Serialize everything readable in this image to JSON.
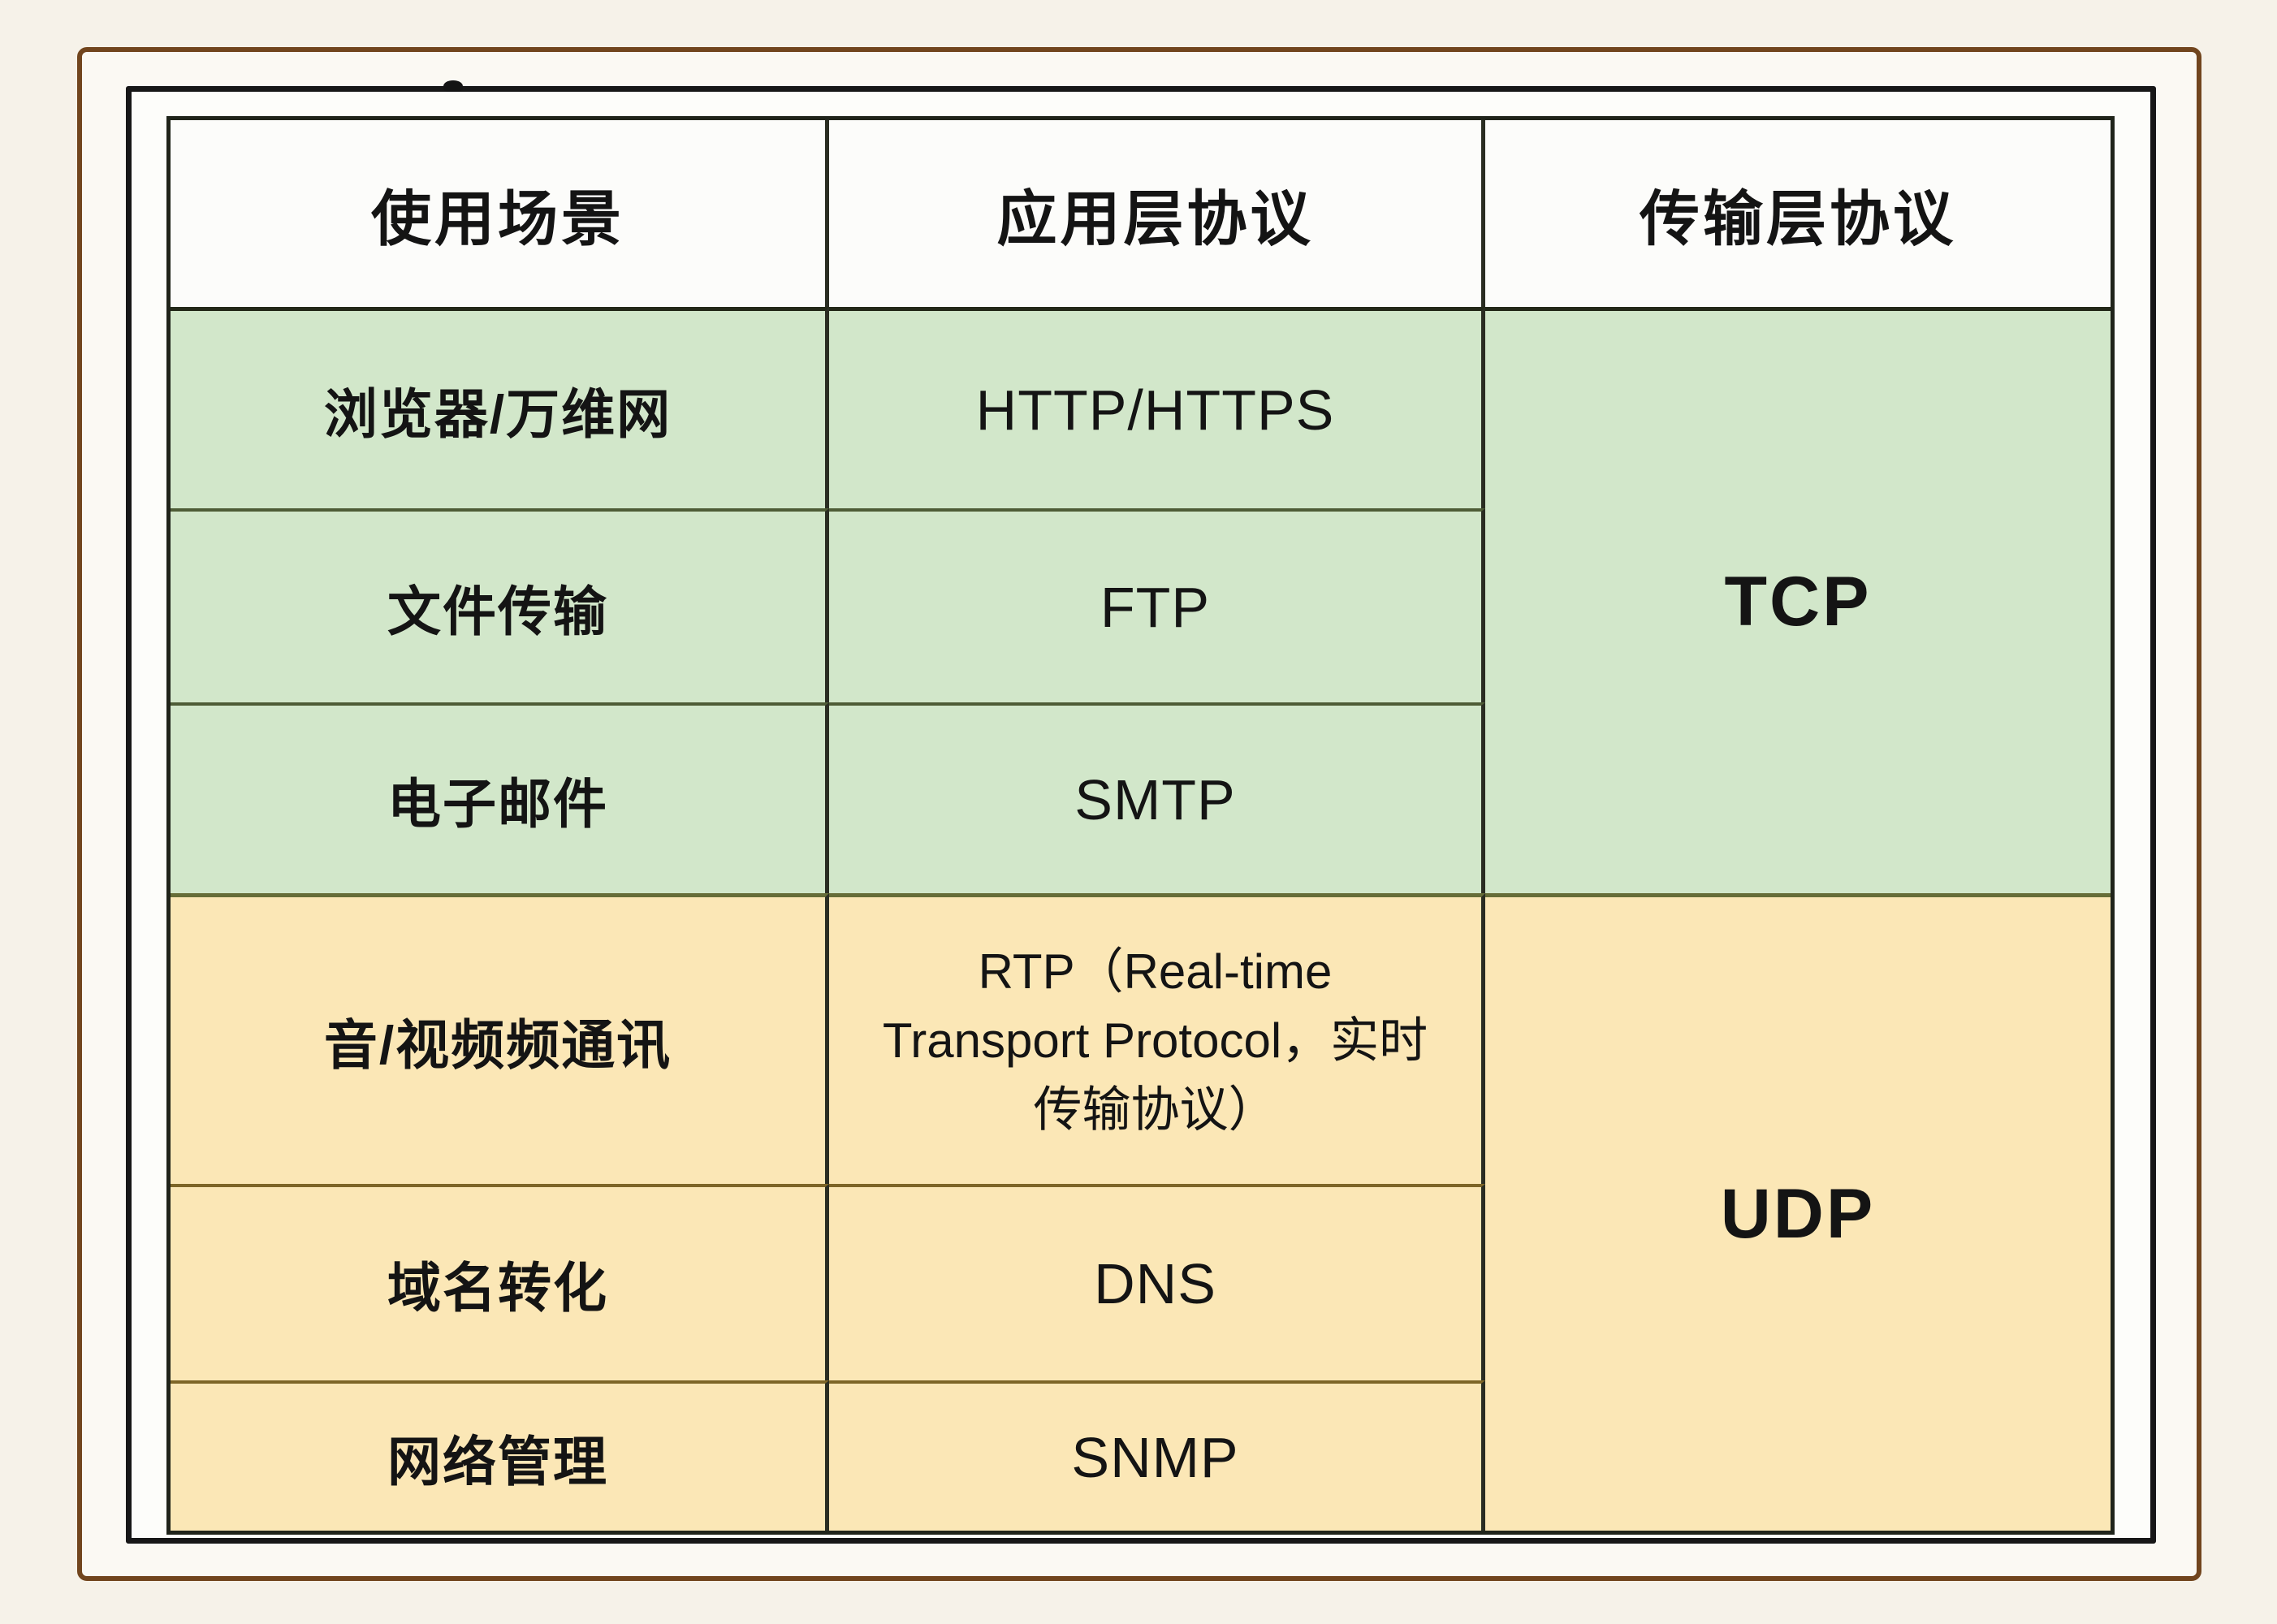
{
  "figure": {
    "description": "Table mapping usage scenarios to application-layer protocols and transport-layer protocols",
    "frame_colors": {
      "page_background": "#f6f2e9",
      "brown_frame": "#71451d",
      "black_frame": "#171717",
      "table_border": "#20241a"
    },
    "group_colors": {
      "tcp_group_green": "#d2e7ca",
      "udp_group_yellow": "#fbe7b6",
      "header_background": "#fcfcfa",
      "text": "#141414"
    }
  },
  "table": {
    "headers": [
      "使用场景",
      "应用层协议",
      "传输层协议"
    ],
    "tcp_label": "TCP",
    "udp_label": "UDP",
    "tcp_rows": [
      {
        "scenario": "浏览器/万维网",
        "protocol": "HTTP/HTTPS"
      },
      {
        "scenario": "文件传输",
        "protocol": "FTP"
      },
      {
        "scenario": "电子邮件",
        "protocol": "SMTP"
      }
    ],
    "udp_rows": [
      {
        "scenario": "音/视频频通讯",
        "protocol_lines": [
          "RTP（Real-time",
          "Transport Protocol，实时",
          "传输协议）"
        ]
      },
      {
        "scenario": "域名转化",
        "protocol": "DNS"
      },
      {
        "scenario": "网络管理",
        "protocol": "SNMP"
      }
    ]
  },
  "chart_data": {
    "type": "table",
    "title": "",
    "columns": [
      "使用场景",
      "应用层协议",
      "传输层协议"
    ],
    "rows": [
      [
        "浏览器/万维网",
        "HTTP/HTTPS",
        "TCP"
      ],
      [
        "文件传输",
        "FTP",
        "TCP"
      ],
      [
        "电子邮件",
        "SMTP",
        "TCP"
      ],
      [
        "音/视频频通讯",
        "RTP（Real-time Transport Protocol，实时传输协议）",
        "UDP"
      ],
      [
        "域名转化",
        "DNS",
        "UDP"
      ],
      [
        "网络管理",
        "SNMP",
        "UDP"
      ]
    ],
    "merged_cells": [
      {
        "column": "传输层协议",
        "value": "TCP",
        "spans_rows": [
          0,
          1,
          2
        ],
        "fill": "#d2e7ca"
      },
      {
        "column": "传输层协议",
        "value": "UDP",
        "spans_rows": [
          3,
          4,
          5
        ],
        "fill": "#fbe7b6"
      }
    ],
    "layout_hints": {
      "grid": "on",
      "header_row": true,
      "legend": "none"
    }
  }
}
